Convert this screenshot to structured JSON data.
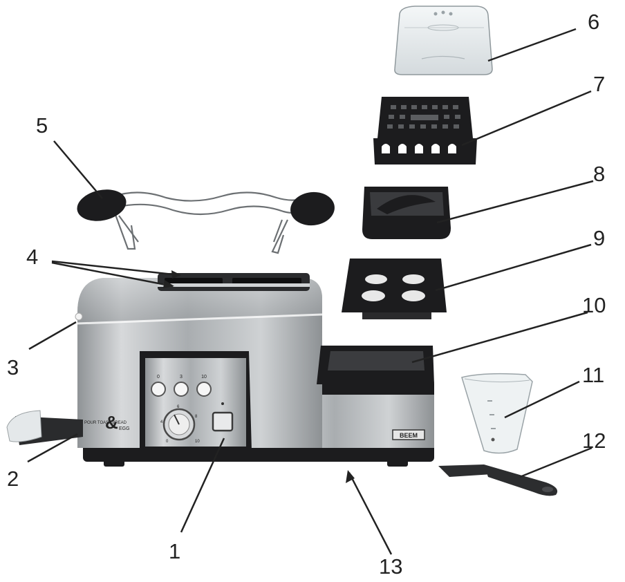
{
  "diagram": {
    "callouts": [
      "1",
      "2",
      "3",
      "4",
      "5",
      "6",
      "7",
      "8",
      "9",
      "10",
      "11",
      "12",
      "13"
    ],
    "product_text": {
      "brand_plate": "BEEM",
      "logo_small": "POUR TOAST BREAD",
      "logo_amp": "&",
      "logo_egg": "EGG",
      "dial_labels": [
        "0",
        "4",
        "6",
        "8",
        "10"
      ],
      "top_buttons": [
        "0",
        "3",
        "10"
      ]
    },
    "colors": {
      "steel": "#b9bcbe",
      "black": "#1c1c1e",
      "line": "#2a2a2a",
      "clear_plastic": "#e6ecef"
    }
  }
}
